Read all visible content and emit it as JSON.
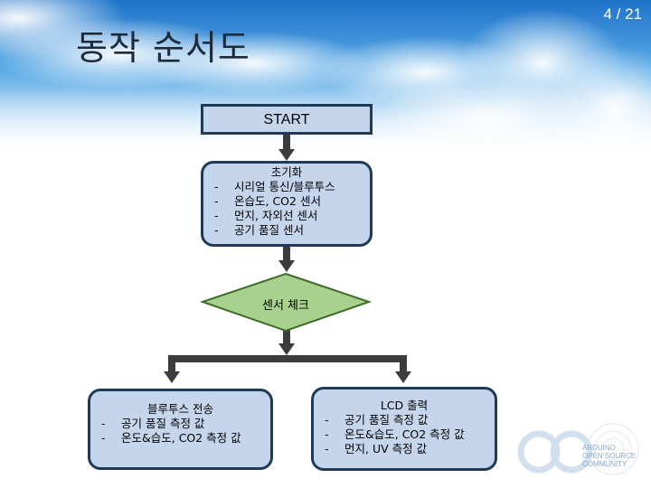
{
  "slide": {
    "title": "동작 순서도",
    "page_number": "4 / 21"
  },
  "flow": {
    "start": "START",
    "init": {
      "heading": "초기화",
      "items": [
        "시리얼 통신/블루투스",
        "온습도, CO2 센서",
        "먼지, 자외선 센서",
        "공기 품질 센서"
      ]
    },
    "decision": "센서 체크",
    "bluetooth": {
      "heading": "블루투스 전송",
      "items": [
        "공기 품질 측정 값",
        "온도&습도, CO2 측정 값"
      ]
    },
    "lcd": {
      "heading": "LCD 출력",
      "items": [
        "공기 품질 측정 값",
        "온도&습도, CO2 측정 값",
        "먼지, UV 측정 값"
      ]
    }
  },
  "watermark": {
    "lines": [
      "ARDUINO",
      "OPEN SOURCE",
      "COMMUNITY"
    ]
  },
  "colors": {
    "box_fill": "#c5d5ec",
    "box_border": "#1f3b57",
    "diamond_fill": "#a9d18e",
    "arrow": "#3c3c3c",
    "sky": "#3d8fd6"
  }
}
